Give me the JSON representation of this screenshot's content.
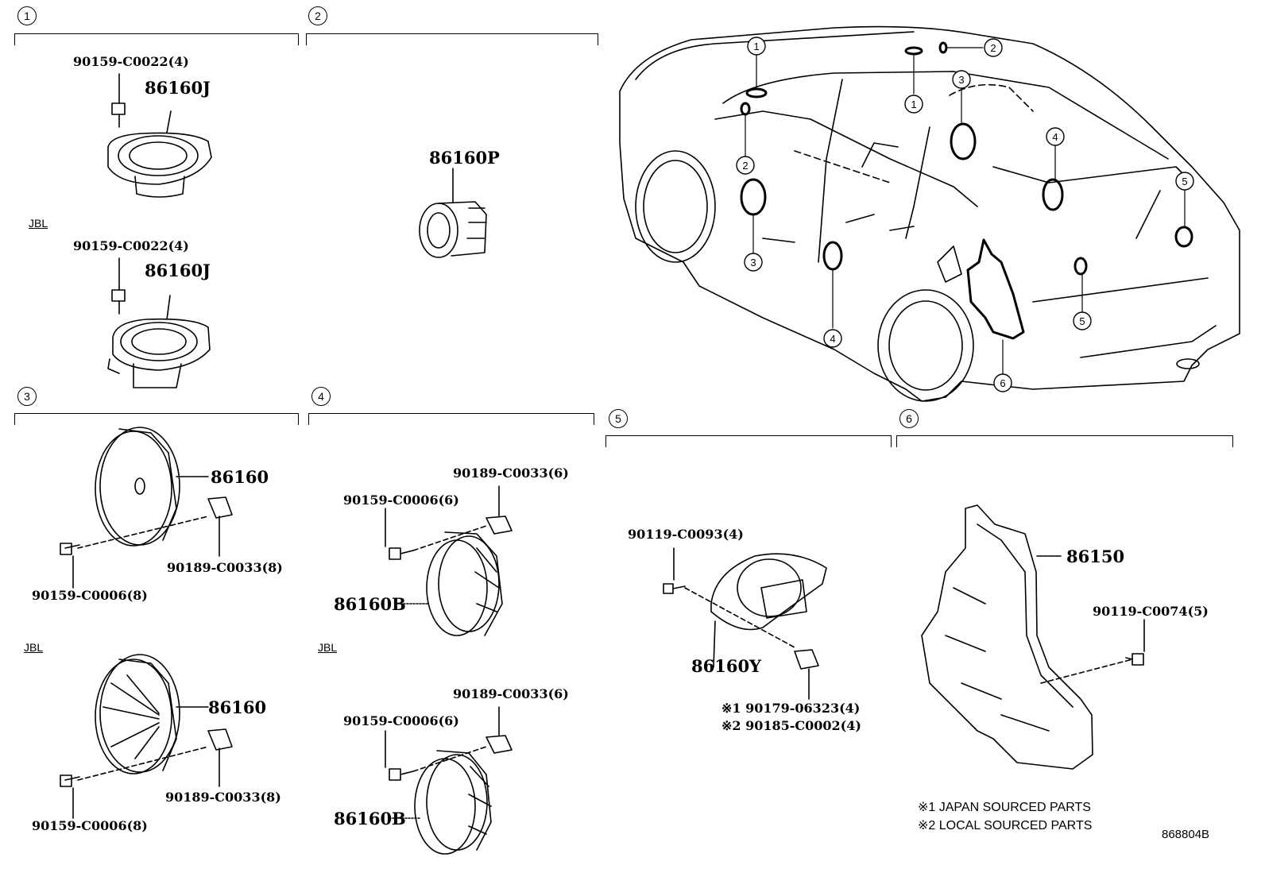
{
  "sections": [
    {
      "num": "1"
    },
    {
      "num": "2"
    },
    {
      "num": "3"
    },
    {
      "num": "4"
    },
    {
      "num": "5"
    },
    {
      "num": "6"
    }
  ],
  "jbl_label": "JBL",
  "parts": {
    "s1_bolt_a": "90159-C0022(4)",
    "s1_speaker_a": "86160J",
    "s1_bolt_b": "90159-C0022(4)",
    "s1_speaker_b": "86160J",
    "s2_speaker": "86160P",
    "s3_speaker_a": "86160",
    "s3_clip_a": "90189-C0033(8)",
    "s3_bolt_a": "90159-C0006(8)",
    "s3_speaker_b": "86160",
    "s3_clip_b": "90189-C0033(8)",
    "s3_bolt_b": "90159-C0006(8)",
    "s4_clip_a": "90189-C0033(6)",
    "s4_bolt_a": "90159-C0006(6)",
    "s4_speaker_a": "86160B",
    "s4_clip_b": "90189-C0033(6)",
    "s4_bolt_b": "90159-C0006(6)",
    "s4_speaker_b": "86160B",
    "s5_bolt": "90119-C0093(4)",
    "s5_speaker": "86160Y",
    "s5_clip_1": "※1  90179-06323(4)",
    "s5_clip_2": "※2  90185-C0002(4)",
    "s6_amp": "86150",
    "s6_bolt": "90119-C0074(5)"
  },
  "notes": {
    "note1": "※1 JAPAN SOURCED PARTS",
    "note2": "※2 LOCAL SOURCED PARTS"
  },
  "diagram_code": "868804B"
}
